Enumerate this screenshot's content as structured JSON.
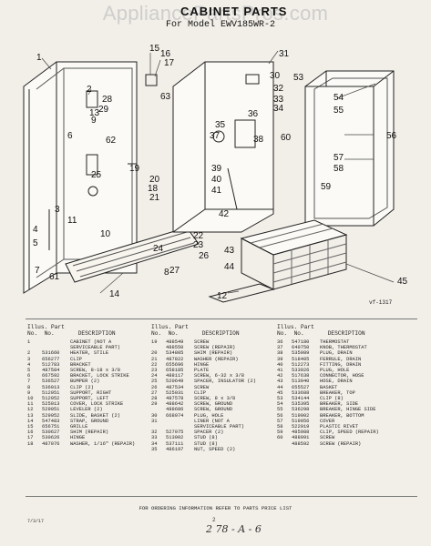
{
  "watermark": "AppliancePartsPros.com",
  "header": {
    "title": "CABINET PARTS",
    "model": "For Model EWV185WR-2"
  },
  "diagram_code": "vf-1317",
  "callouts": [
    "1",
    "2",
    "3",
    "4",
    "5",
    "6",
    "7",
    "8",
    "9",
    "10",
    "11",
    "12",
    "13",
    "14",
    "15",
    "16",
    "17",
    "18",
    "19",
    "20",
    "21",
    "22",
    "23",
    "24",
    "25",
    "26",
    "27",
    "28",
    "29",
    "30",
    "31",
    "32",
    "33",
    "34",
    "35",
    "36",
    "37",
    "38",
    "39",
    "40",
    "41",
    "42",
    "43",
    "44",
    "45",
    "53",
    "54",
    "55",
    "56",
    "57",
    "58",
    "59",
    "60",
    "61",
    "62",
    "63"
  ],
  "parts_table": {
    "header_line1": "Illus. Part",
    "header_line2": "No.  No.       DESCRIPTION",
    "columns": [
      [
        {
          "n": "1",
          "p": "",
          "d": "CABINET (NOT A"
        },
        {
          "n": "",
          "p": "",
          "d": "SERVICEABLE PART)"
        },
        {
          "n": "2",
          "p": "531660",
          "d": "HEATER, STILE"
        },
        {
          "n": "3",
          "p": "656277",
          "d": "CLIP"
        },
        {
          "n": "4",
          "p": "512783",
          "d": "BRACKET"
        },
        {
          "n": "5",
          "p": "487584",
          "d": "SCREW, 8-18 x 3/8"
        },
        {
          "n": "6",
          "p": "667592",
          "d": "BRACKET, LOCK STRIKE"
        },
        {
          "n": "7",
          "p": "536527",
          "d": "BUMPER (2)"
        },
        {
          "n": "8",
          "p": "536013",
          "d": "CLIP (2)"
        },
        {
          "n": "9",
          "p": "512951",
          "d": "SUPPORT, RIGHT"
        },
        {
          "n": "10",
          "p": "512952",
          "d": "SUPPORT, LEFT"
        },
        {
          "n": "11",
          "p": "525013",
          "d": "COVER, LOCK STRIKE"
        },
        {
          "n": "12",
          "p": "529051",
          "d": "LEVELER (2)"
        },
        {
          "n": "13",
          "p": "529052",
          "d": "SLIDE, BASKET (2)"
        },
        {
          "n": "14",
          "p": "547483",
          "d": "STRAP, GROUND"
        },
        {
          "n": "15",
          "p": "656751",
          "d": "GRILLE"
        },
        {
          "n": "16",
          "p": "530627",
          "d": "SHIM (REPAIR)"
        },
        {
          "n": "17",
          "p": "530626",
          "d": "HINGE"
        },
        {
          "n": "18",
          "p": "487076",
          "d": "WASHER, 1/16\" (REPAIR)"
        }
      ],
      [
        {
          "n": "19",
          "p": "488549",
          "d": "SCREW"
        },
        {
          "n": "",
          "p": "488550",
          "d": "SCREW (REPAIR)"
        },
        {
          "n": "20",
          "p": "534805",
          "d": "SHIM (REPAIR)"
        },
        {
          "n": "21",
          "p": "487822",
          "d": "WASHER (REPAIR)"
        },
        {
          "n": "22",
          "p": "655696",
          "d": "HINGE"
        },
        {
          "n": "23",
          "p": "658185",
          "d": "PLATE"
        },
        {
          "n": "24",
          "p": "488117",
          "d": "SCREW, 6-32 x 3/8"
        },
        {
          "n": "25",
          "p": "520649",
          "d": "SPACER, INSULATOR (2)"
        },
        {
          "n": "26",
          "p": "487534",
          "d": "SCREW"
        },
        {
          "n": "27",
          "p": "525031",
          "d": "CLIP"
        },
        {
          "n": "28",
          "p": "487578",
          "d": "SCREW, 8 x 3/8"
        },
        {
          "n": "29",
          "p": "488642",
          "d": "SCREW, GROUND"
        },
        {
          "n": "",
          "p": "488686",
          "d": "SCREW, GROUND"
        },
        {
          "n": "30",
          "p": "668974",
          "d": "PLUG, HOLE"
        },
        {
          "n": "31",
          "p": "",
          "d": "LINER (NOT A"
        },
        {
          "n": "",
          "p": "",
          "d": "SERVICEABLE PART)"
        },
        {
          "n": "32",
          "p": "527075",
          "d": "SPACER (2)"
        },
        {
          "n": "33",
          "p": "513002",
          "d": "STUD (8)"
        },
        {
          "n": "34",
          "p": "537111",
          "d": "STUD (8)"
        },
        {
          "n": "35",
          "p": "486197",
          "d": "NUT, SPEED (2)"
        }
      ],
      [
        {
          "n": "36",
          "p": "547180",
          "d": "THERMOSTAT"
        },
        {
          "n": "37",
          "p": "640750",
          "d": "KNOB, THERMOSTAT"
        },
        {
          "n": "38",
          "p": "535989",
          "d": "PLUG, DRAIN"
        },
        {
          "n": "39",
          "p": "518405",
          "d": "FERRULE, DRAIN"
        },
        {
          "n": "40",
          "p": "512273",
          "d": "FITTING, DRAIN"
        },
        {
          "n": "41",
          "p": "533926",
          "d": "PLUG, HOLE"
        },
        {
          "n": "42",
          "p": "517638",
          "d": "CONNECTOR, HOSE"
        },
        {
          "n": "43",
          "p": "513040",
          "d": "HOSE, DRAIN"
        },
        {
          "n": "44",
          "p": "655527",
          "d": "BASKET"
        },
        {
          "n": "45",
          "p": "533688",
          "d": "BREAKER, TOP"
        },
        {
          "n": "53",
          "p": "534144",
          "d": "CLIP (8)"
        },
        {
          "n": "54",
          "p": "535395",
          "d": "BREAKER, SIDE"
        },
        {
          "n": "55",
          "p": "536298",
          "d": "BREAKER, HINGE SIDE"
        },
        {
          "n": "56",
          "p": "519002",
          "d": "BREAKER, BOTTOM"
        },
        {
          "n": "57",
          "p": "519056",
          "d": "COVER"
        },
        {
          "n": "58",
          "p": "522019",
          "d": "PLASTIC RIVET"
        },
        {
          "n": "59",
          "p": "485988",
          "d": "CLIP, SPEED (REPAIR)"
        },
        {
          "n": "60",
          "p": "488991",
          "d": "SCREW"
        },
        {
          "n": "",
          "p": "488592",
          "d": "SCREW (REPAIR)"
        }
      ]
    ]
  },
  "footer_text": "FOR ORDERING INFORMATION REFER TO PARTS PRICE LIST",
  "page_number": "2",
  "date_code": "7/3/17",
  "handwritten": "2 78 - A - 6"
}
